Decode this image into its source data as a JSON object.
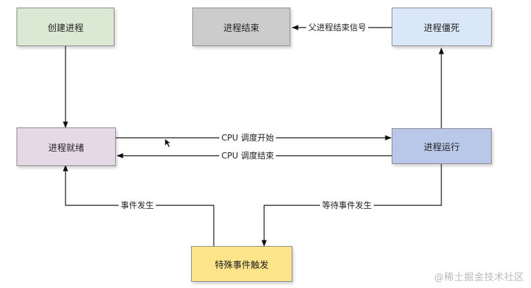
{
  "nodes": {
    "create": {
      "label": "创建进程",
      "fill": "#dae8d4"
    },
    "ended": {
      "label": "进程结束",
      "fill": "#cccccc"
    },
    "zombie": {
      "label": "进程僵死",
      "fill": "#dae7f9"
    },
    "ready": {
      "label": "进程就绪",
      "fill": "#e6d9e6"
    },
    "running": {
      "label": "进程运行",
      "fill": "#b9c8e8"
    },
    "special": {
      "label": "特殊事件触发",
      "fill": "#fde48a"
    }
  },
  "edges": {
    "parent_signal": "父进程结束信号",
    "cpu_start": "CPU 调度开始",
    "cpu_end": "CPU 调度结束",
    "event_occurs": "事件发生",
    "wait_event": "等待事件发生"
  },
  "watermark": "@稀土掘金技术社区"
}
